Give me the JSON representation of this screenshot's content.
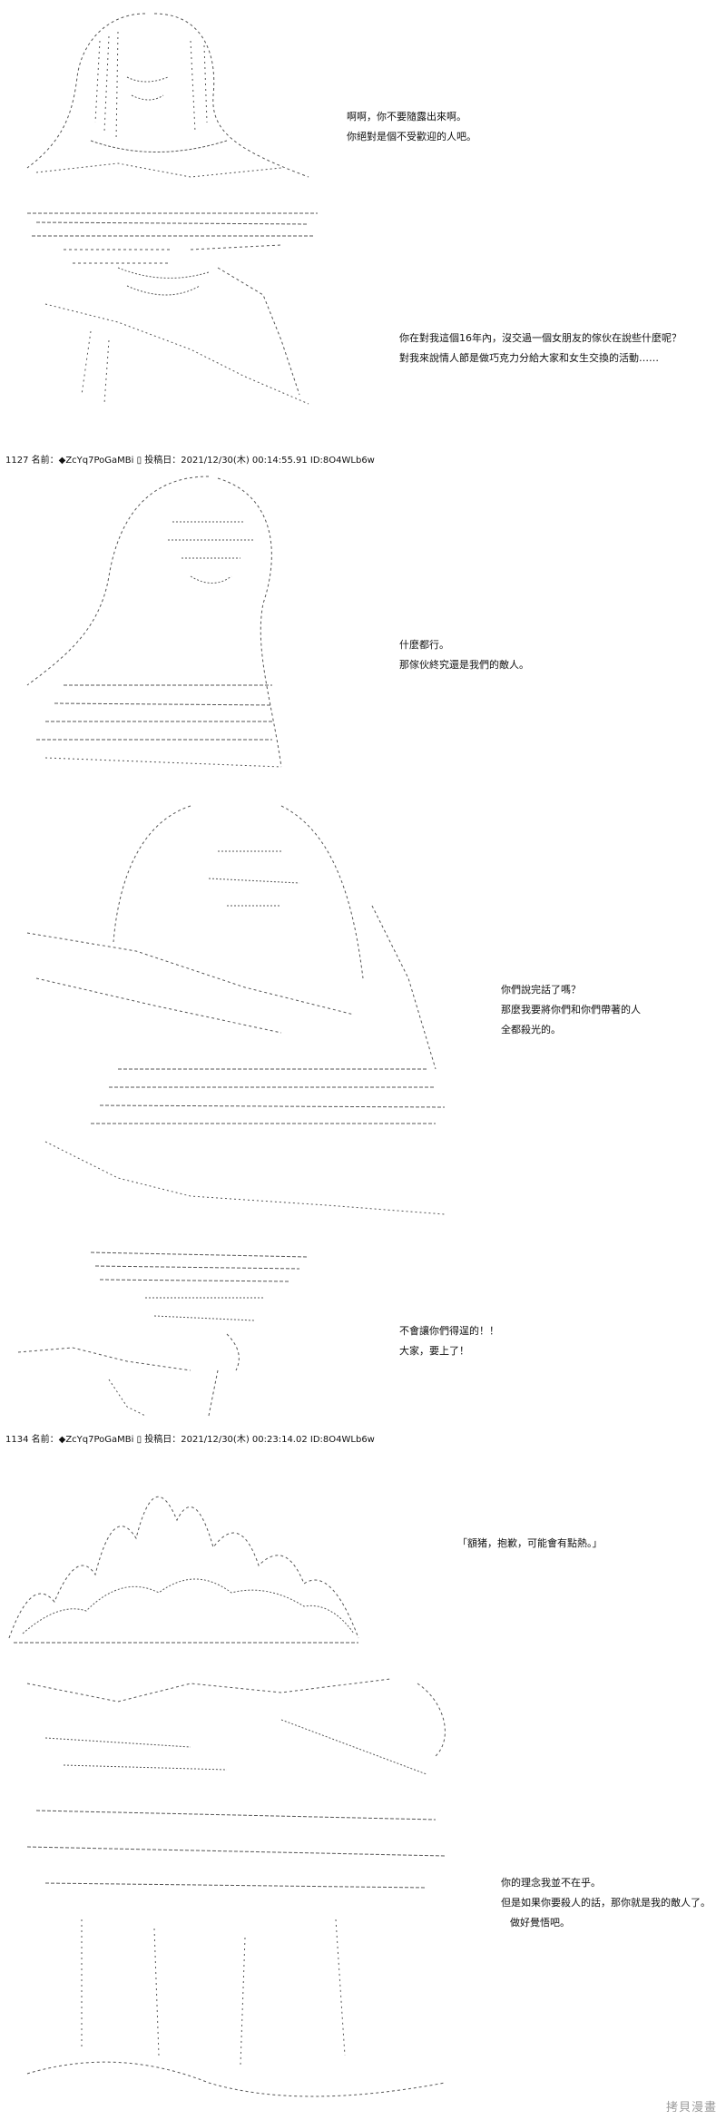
{
  "panels": [
    {
      "lines": [
        "啊啊，你不要隨露出來啊。",
        "你絕對是個不受歡迎的人吧。"
      ]
    },
    {
      "lines": [
        "你在對我這個16年內，沒交過一個女朋友的傢伙在說些什麼呢？",
        "對我來說情人節是做巧克力分給大家和女生交換的活動……"
      ]
    },
    {
      "lines": [
        "什麼都行。",
        "那傢伙終究還是我們的敵人。"
      ]
    },
    {
      "lines": [
        "你們說完話了嗎？",
        "那麼我要將你們和你們帶著的人",
        "全都殺光的。"
      ]
    },
    {
      "lines": [
        "不會讓你們得逞的！！",
        "大家，要上了！"
      ]
    },
    {
      "lines": [
        "「額猪，抱歉，可能會有點熱。」"
      ]
    },
    {
      "lines": [
        "你的理念我並不在乎。",
        "但是如果你要殺人的話，那你就是我的敵人了。",
        "做好覺悟吧。"
      ]
    }
  ],
  "posts": [
    {
      "header": "1127 名前：◆ZcYq7PoGaMBi ▯ 投稿日：2021/12/30(木) 00:14:55.91 ID:8O4WLb6w"
    },
    {
      "header": "1134 名前：◆ZcYq7PoGaMBi ▯ 投稿日：2021/12/30(木) 00:23:14.02 ID:8O4WLb6w"
    }
  ],
  "watermark": "拷貝漫畫"
}
